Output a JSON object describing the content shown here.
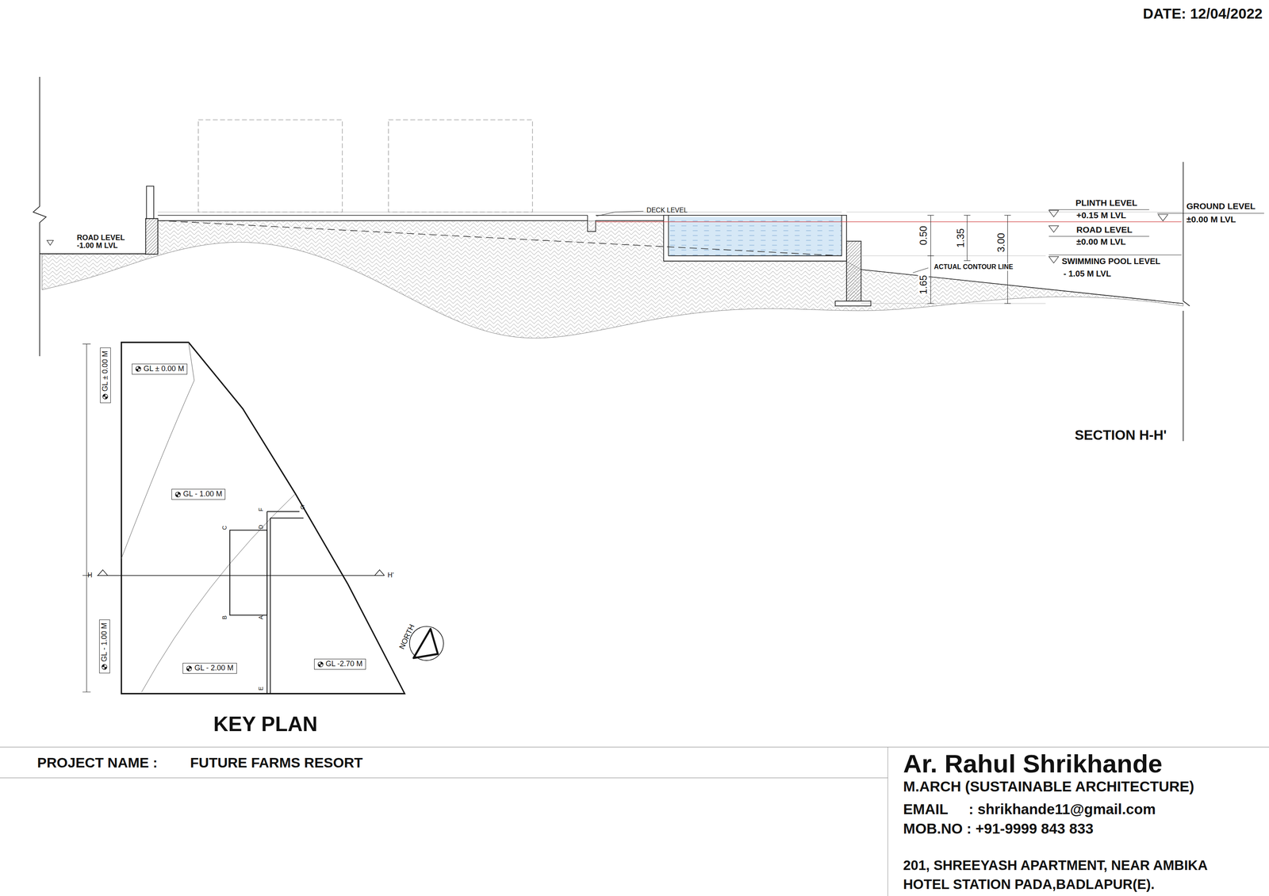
{
  "diagram": {
    "nodes": [
      {
        "text": [
          "GL ± 0.00 M"
        ]
      },
      {
        "text": [
          "GL ± 0.00 M"
        ]
      },
      {
        "text": [
          "GL - 1.00 M"
        ]
      },
      {
        "text": [
          "GL - 1.00 M"
        ]
      },
      {
        "text": [
          "GL - 2.00 M"
        ]
      },
      {
        "text": [
          "GL -2.70 M"
        ]
      }
    ],
    "labels": [
      "DATE: 12/04/2022",
      "DECK LEVEL",
      "ROAD LEVEL",
      "-1.00 M LVL",
      "0.50",
      "1.35",
      "3.00",
      "1.65",
      "PLINTH LEVEL",
      "+0.15 M LVL",
      "ROAD LEVEL",
      "±0.00 M LVL",
      "SWIMMING POOL LEVEL",
      "- 1.05 M LVL",
      "GROUND LEVEL",
      "±0.00 M LVL",
      "ACTUAL CONTOUR LINE",
      "SECTION H-H'",
      "C",
      "F",
      "G",
      "D",
      "B",
      "A",
      "E",
      "H",
      "H'",
      "NORTH",
      "KEY PLAN",
      "PROJECT NAME :",
      "FUTURE FARMS RESORT",
      "Ar. Rahul Shrikhande",
      "M.ARCH (SUSTAINABLE ARCHITECTURE)",
      "EMAIL",
      ": shrikhande11@gmail.com",
      "MOB.NO : +91-9999 843 833",
      "201, SHREEYASH APARTMENT, NEAR AMBIKA HOTEL STATION PADA,BADLAPUR(E)."
    ]
  }
}
